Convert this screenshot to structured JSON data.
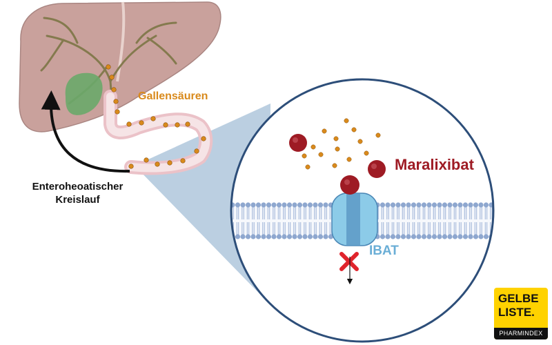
{
  "labels": {
    "bile_acids": "Gallensäuren",
    "drug": "Maralixibat",
    "transporter": "IBAT",
    "circulation_line1": "Enteroheoatischer",
    "circulation_line2": "Kreislauf"
  },
  "logo": {
    "line1": "GELBE",
    "line2": "LISTE.",
    "line3": "PHARMINDEX"
  },
  "colors": {
    "bile_acids": "#d98a1c",
    "drug": "#9e1b24",
    "transporter": "#6aaed6",
    "liver": "#c9a19c",
    "gallbladder": "#6aa86a",
    "membrane": "#8ea7cf",
    "block_mark": "#e0242c",
    "logo_bg": "#ffd200"
  },
  "icons": {
    "block": "x-mark-icon",
    "arrow": "curved-arrow-icon"
  }
}
